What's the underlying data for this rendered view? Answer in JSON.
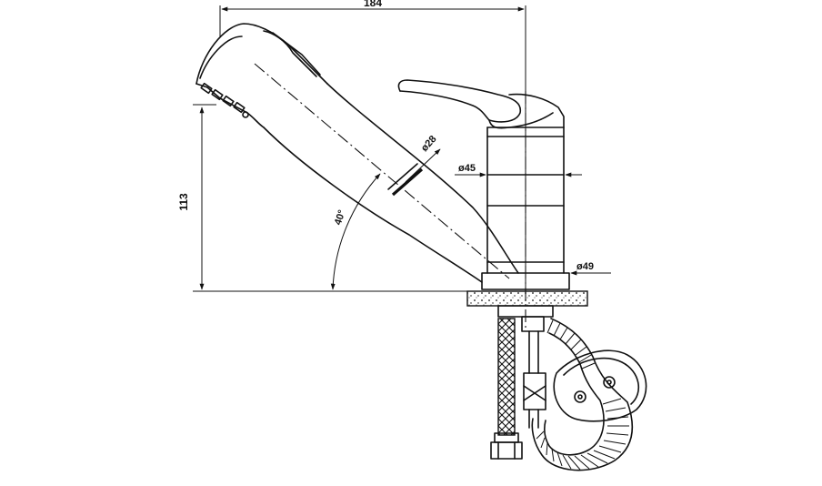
{
  "dimensions": {
    "overall_width": "184",
    "height": "113",
    "spout_diameter": "ø28",
    "body_diameter": "ø45",
    "base_diameter": "ø49",
    "spout_angle": "40°"
  },
  "colors": {
    "line": "#111111",
    "background": "#ffffff"
  }
}
